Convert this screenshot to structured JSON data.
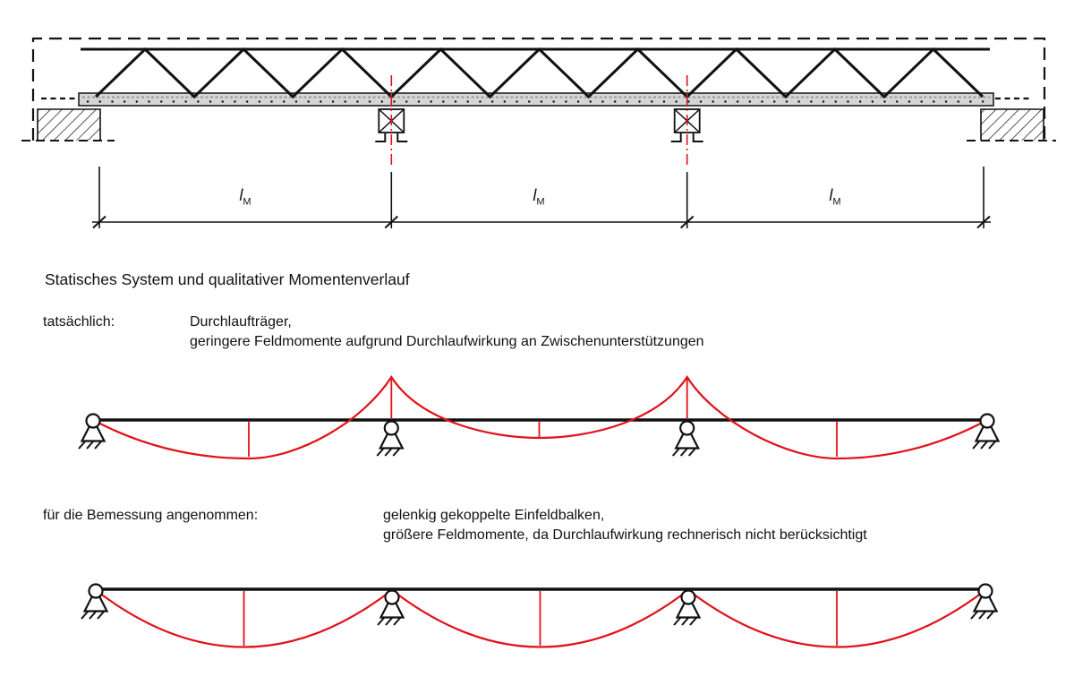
{
  "colors": {
    "moment_red": "#e1121a",
    "slab_gray": "#d5d5d5",
    "ink": "#111111"
  },
  "section_drawing": {
    "dim_labels": [
      {
        "main": "l",
        "sub": "M"
      },
      {
        "main": "l",
        "sub": "M"
      },
      {
        "main": "l",
        "sub": "M"
      }
    ]
  },
  "title": "Statisches System und qualitativer Momentenverlauf",
  "actual_system": {
    "label": "tatsächlich:",
    "desc_line1": "Durchlaufträger,",
    "desc_line2": "geringere Feldmomente aufgrund Durchlaufwirkung an Zwischenunterstützungen"
  },
  "assumed_system": {
    "label": "für die Bemessung angenommen:",
    "desc_line1": "gelenkig gekoppelte Einfeldbalken,",
    "desc_line2": "größere Feldmomente, da Durchlaufwirkung rechnerisch nicht berücksichtigt"
  }
}
